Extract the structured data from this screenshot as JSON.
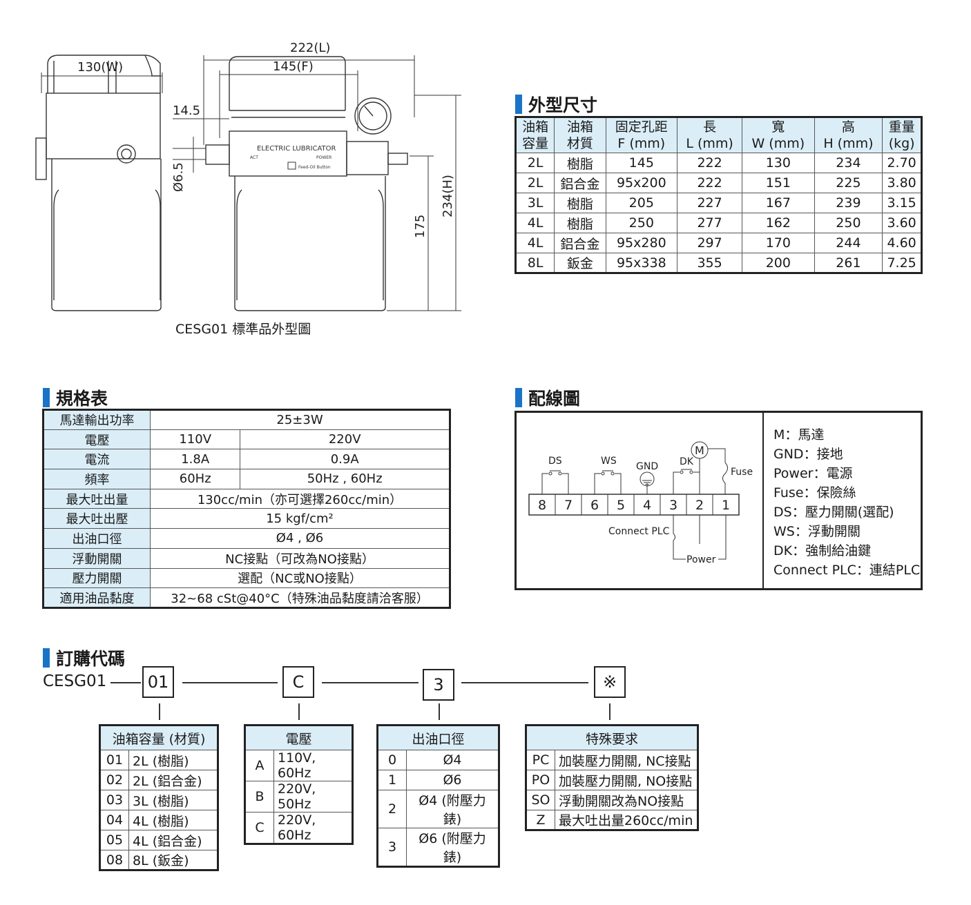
{
  "drawing": {
    "dims": {
      "width": "130(W)",
      "length": "222(L)",
      "fixing": "145(F)",
      "offset": "14.5",
      "port": "Ø6.5",
      "height": "234(H)",
      "lower_height": "175"
    },
    "device_label": "ELECTRIC LUBRICATOR",
    "act_label": "ACT",
    "power_label": "POWER",
    "feed_label": "Feed-Oil Button",
    "caption": "CESG01 標準品外型圖"
  },
  "dimensions": {
    "title": "外型尺寸",
    "headers": [
      "油箱\n容量",
      "油箱\n材質",
      "固定孔距\nF (mm)",
      "長\nL (mm)",
      "寬\nW (mm)",
      "高\nH (mm)",
      "重量\n(kg)"
    ],
    "rows": [
      [
        "2L",
        "樹脂",
        "145",
        "222",
        "130",
        "234",
        "2.70"
      ],
      [
        "2L",
        "鋁合金",
        "95x200",
        "222",
        "151",
        "225",
        "3.80"
      ],
      [
        "3L",
        "樹脂",
        "205",
        "227",
        "167",
        "239",
        "3.15"
      ],
      [
        "4L",
        "樹脂",
        "250",
        "277",
        "162",
        "250",
        "3.60"
      ],
      [
        "4L",
        "鋁合金",
        "95x280",
        "297",
        "170",
        "244",
        "4.60"
      ],
      [
        "8L",
        "鈑金",
        "95x338",
        "355",
        "200",
        "261",
        "7.25"
      ]
    ]
  },
  "specs": {
    "title": "規格表",
    "motor_label": "馬達輸出功率",
    "motor_value": "25±3W",
    "voltage_label": "電壓",
    "voltage_a": "110V",
    "voltage_b": "220V",
    "current_label": "電流",
    "current_a": "1.8A",
    "current_b": "0.9A",
    "freq_label": "頻率",
    "freq_a": "60Hz",
    "freq_b": "50Hz , 60Hz",
    "flow_label": "最大吐出量",
    "flow_value": "130cc/min（亦可選擇260cc/min）",
    "pressure_label": "最大吐出壓",
    "pressure_value": "15 kgf/cm²",
    "outlet_label": "出油口徑",
    "outlet_value": "Ø4 , Ø6",
    "float_label": "浮動開關",
    "float_value": "NC接點（可改為NO接點）",
    "pswitch_label": "壓力開關",
    "pswitch_value": "選配（NC或NO接點）",
    "visc_label": "適用油品黏度",
    "visc_value": "32~68 cSt@40°C（特殊油品黏度請洽客服）"
  },
  "wiring": {
    "title": "配線圖",
    "terminals": [
      "8",
      "7",
      "6",
      "5",
      "4",
      "3",
      "2",
      "1"
    ],
    "ds": "DS",
    "ws": "WS",
    "gnd": "GND",
    "dk": "DK",
    "m": "M",
    "fuse": "Fuse",
    "plc": "Connect PLC",
    "power": "Power",
    "legend": [
      "M：馬達",
      "GND：接地",
      "Power：電源",
      "Fuse：保險絲",
      "DS：壓力開關(選配)",
      "WS：浮動開關",
      "DK：強制給油鍵",
      "Connect PLC：連結PLC"
    ]
  },
  "order": {
    "title": "訂購代碼",
    "model": "CESG01",
    "codes": [
      "01",
      "C",
      "3",
      "※"
    ],
    "capacity": {
      "header": "油箱容量 (材質)",
      "rows": [
        [
          "01",
          "2L (樹脂)"
        ],
        [
          "02",
          "2L (鋁合金)"
        ],
        [
          "03",
          "3L (樹脂)"
        ],
        [
          "04",
          "4L (樹脂)"
        ],
        [
          "05",
          "4L (鋁合金)"
        ],
        [
          "08",
          "8L (鈑金)"
        ]
      ]
    },
    "voltage": {
      "header": "電壓",
      "rows": [
        [
          "A",
          "110V, 60Hz"
        ],
        [
          "B",
          "220V, 50Hz"
        ],
        [
          "C",
          "220V, 60Hz"
        ]
      ]
    },
    "outlet": {
      "header": "出油口徑",
      "rows": [
        [
          "0",
          "Ø4"
        ],
        [
          "1",
          "Ø6"
        ],
        [
          "2",
          "Ø4 (附壓力錶)"
        ],
        [
          "3",
          "Ø6 (附壓力錶)"
        ]
      ]
    },
    "special": {
      "header": "特殊要求",
      "rows": [
        [
          "PC",
          "加裝壓力開關, NC接點"
        ],
        [
          "PO",
          "加裝壓力開關, NO接點"
        ],
        [
          "SO",
          "浮動開關改為NO接點"
        ],
        [
          "Z",
          "最大吐出量260cc/min"
        ]
      ]
    }
  }
}
